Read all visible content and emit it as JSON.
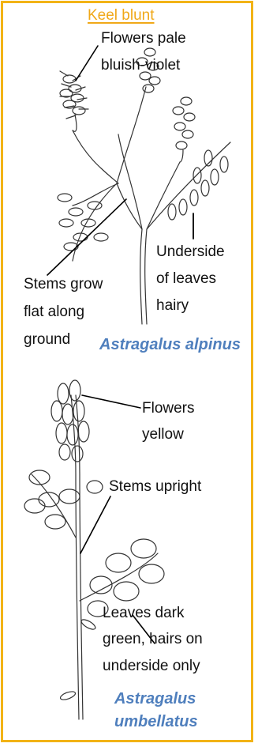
{
  "header": {
    "label": "Keel blunt"
  },
  "species": [
    {
      "name": "Astragalus alpinus",
      "labels": [
        {
          "text_lines": [
            "Flowers pale",
            "bluish-violet"
          ]
        },
        {
          "text_lines": [
            "Stems grow",
            "flat along",
            "ground"
          ]
        },
        {
          "text_lines": [
            "Underside",
            "of leaves",
            "hairy"
          ]
        }
      ]
    },
    {
      "name_lines": [
        "Astragalus",
        "umbellatus"
      ],
      "labels": [
        {
          "text_lines": [
            "Flowers",
            "yellow"
          ]
        },
        {
          "text_lines": [
            "Stems upright"
          ]
        },
        {
          "text_lines": [
            "Leaves dark",
            "green, hairs on",
            "underside only"
          ]
        }
      ]
    }
  ],
  "colors": {
    "border": "#f2b316",
    "heading": "#f0a818",
    "species": "#4f7fbd",
    "text": "#111111"
  }
}
